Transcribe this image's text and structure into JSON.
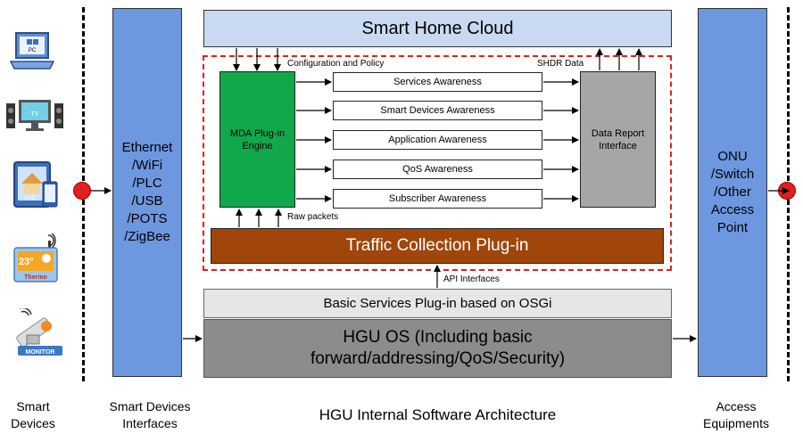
{
  "cloud": {
    "label": "Smart Home Cloud"
  },
  "config_label": "Configuration and Policy",
  "shdr_label": "SHDR Data",
  "mda": {
    "line1": "MDA Plug-in",
    "line2": "Engine"
  },
  "awareness": [
    "Services Awareness",
    "Smart Devices Awareness",
    "Application Awareness",
    "QoS Awareness",
    "Subscriber Awareness"
  ],
  "data_report": {
    "line1": "Data Report",
    "line2": "Interface"
  },
  "raw_packets": "Raw packets",
  "traffic": {
    "label": "Traffic Collection Plug-in"
  },
  "api_label": "API Interfaces",
  "basic_services": {
    "label": "Basic Services Plug-in based on OSGi"
  },
  "hgu_os": {
    "line1": "HGU OS (Including basic",
    "line2": "forward/addressing/QoS/Security)"
  },
  "interfaces": [
    "Ethernet",
    "/WiFi",
    "/PLC",
    "/USB",
    "/POTS",
    "/ZigBee"
  ],
  "access": [
    "ONU",
    "/Switch",
    "/Other",
    "Access",
    "Point"
  ],
  "devices": {
    "pc": "PC",
    "tv": "TV",
    "pad": "PAD",
    "thermo_temp": "23°",
    "thermo": "Thermo",
    "monitor": "MONITOR"
  },
  "captions": {
    "smart_devices": [
      "Smart",
      "Devices"
    ],
    "interfaces": [
      "Smart Devices",
      "Interfaces"
    ],
    "architecture": "HGU Internal Software Architecture",
    "access": [
      "Access",
      "Equipments"
    ]
  },
  "colors": {
    "cloud": "#c9d9f1",
    "mda": "#11a84a",
    "traffic": "#a0460b",
    "bar": "#6d97de",
    "report": "#a6a6a6",
    "os": "#8c8c8c",
    "dashed": "#e0201f"
  }
}
